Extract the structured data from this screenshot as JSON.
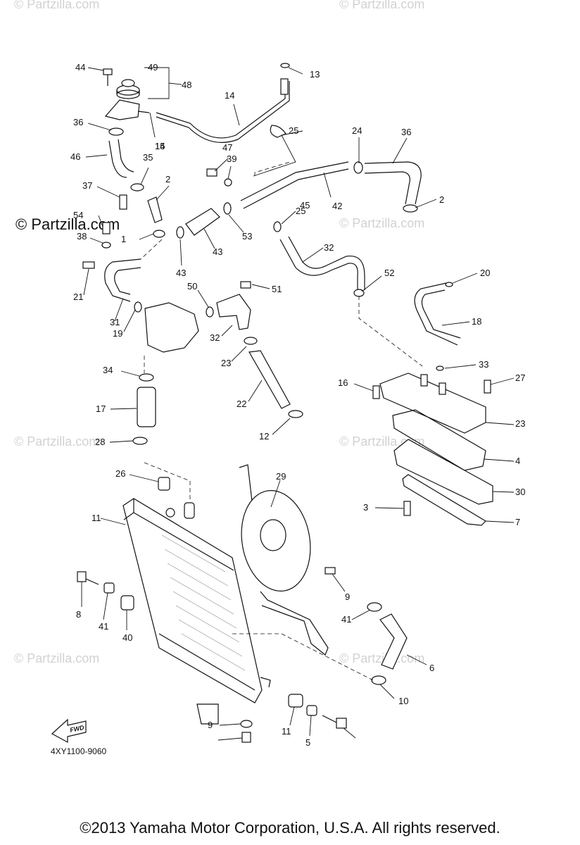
{
  "watermark_text": "© Partzilla.com",
  "catalog_code": "4XY1100-9060",
  "fwd_label": "FWD",
  "copyright": "©2013 Yamaha Motor Corporation, U.S.A. All rights reserved.",
  "callouts": [
    "44",
    "49",
    "48",
    "14",
    "13",
    "14",
    "15",
    "25",
    "24",
    "36",
    "36",
    "35",
    "46",
    "47",
    "39",
    "37",
    "2",
    "53",
    "54",
    "38",
    "1",
    "43",
    "25",
    "45",
    "2",
    "42",
    "43",
    "32",
    "52",
    "20",
    "21",
    "50",
    "51",
    "31",
    "19",
    "18",
    "32",
    "23",
    "33",
    "34",
    "16",
    "27",
    "22",
    "23",
    "17",
    "28",
    "12",
    "4",
    "26",
    "29",
    "30",
    "3",
    "7",
    "11",
    "9",
    "8",
    "41",
    "40",
    "41",
    "6",
    "10",
    "9",
    "11",
    "5"
  ]
}
